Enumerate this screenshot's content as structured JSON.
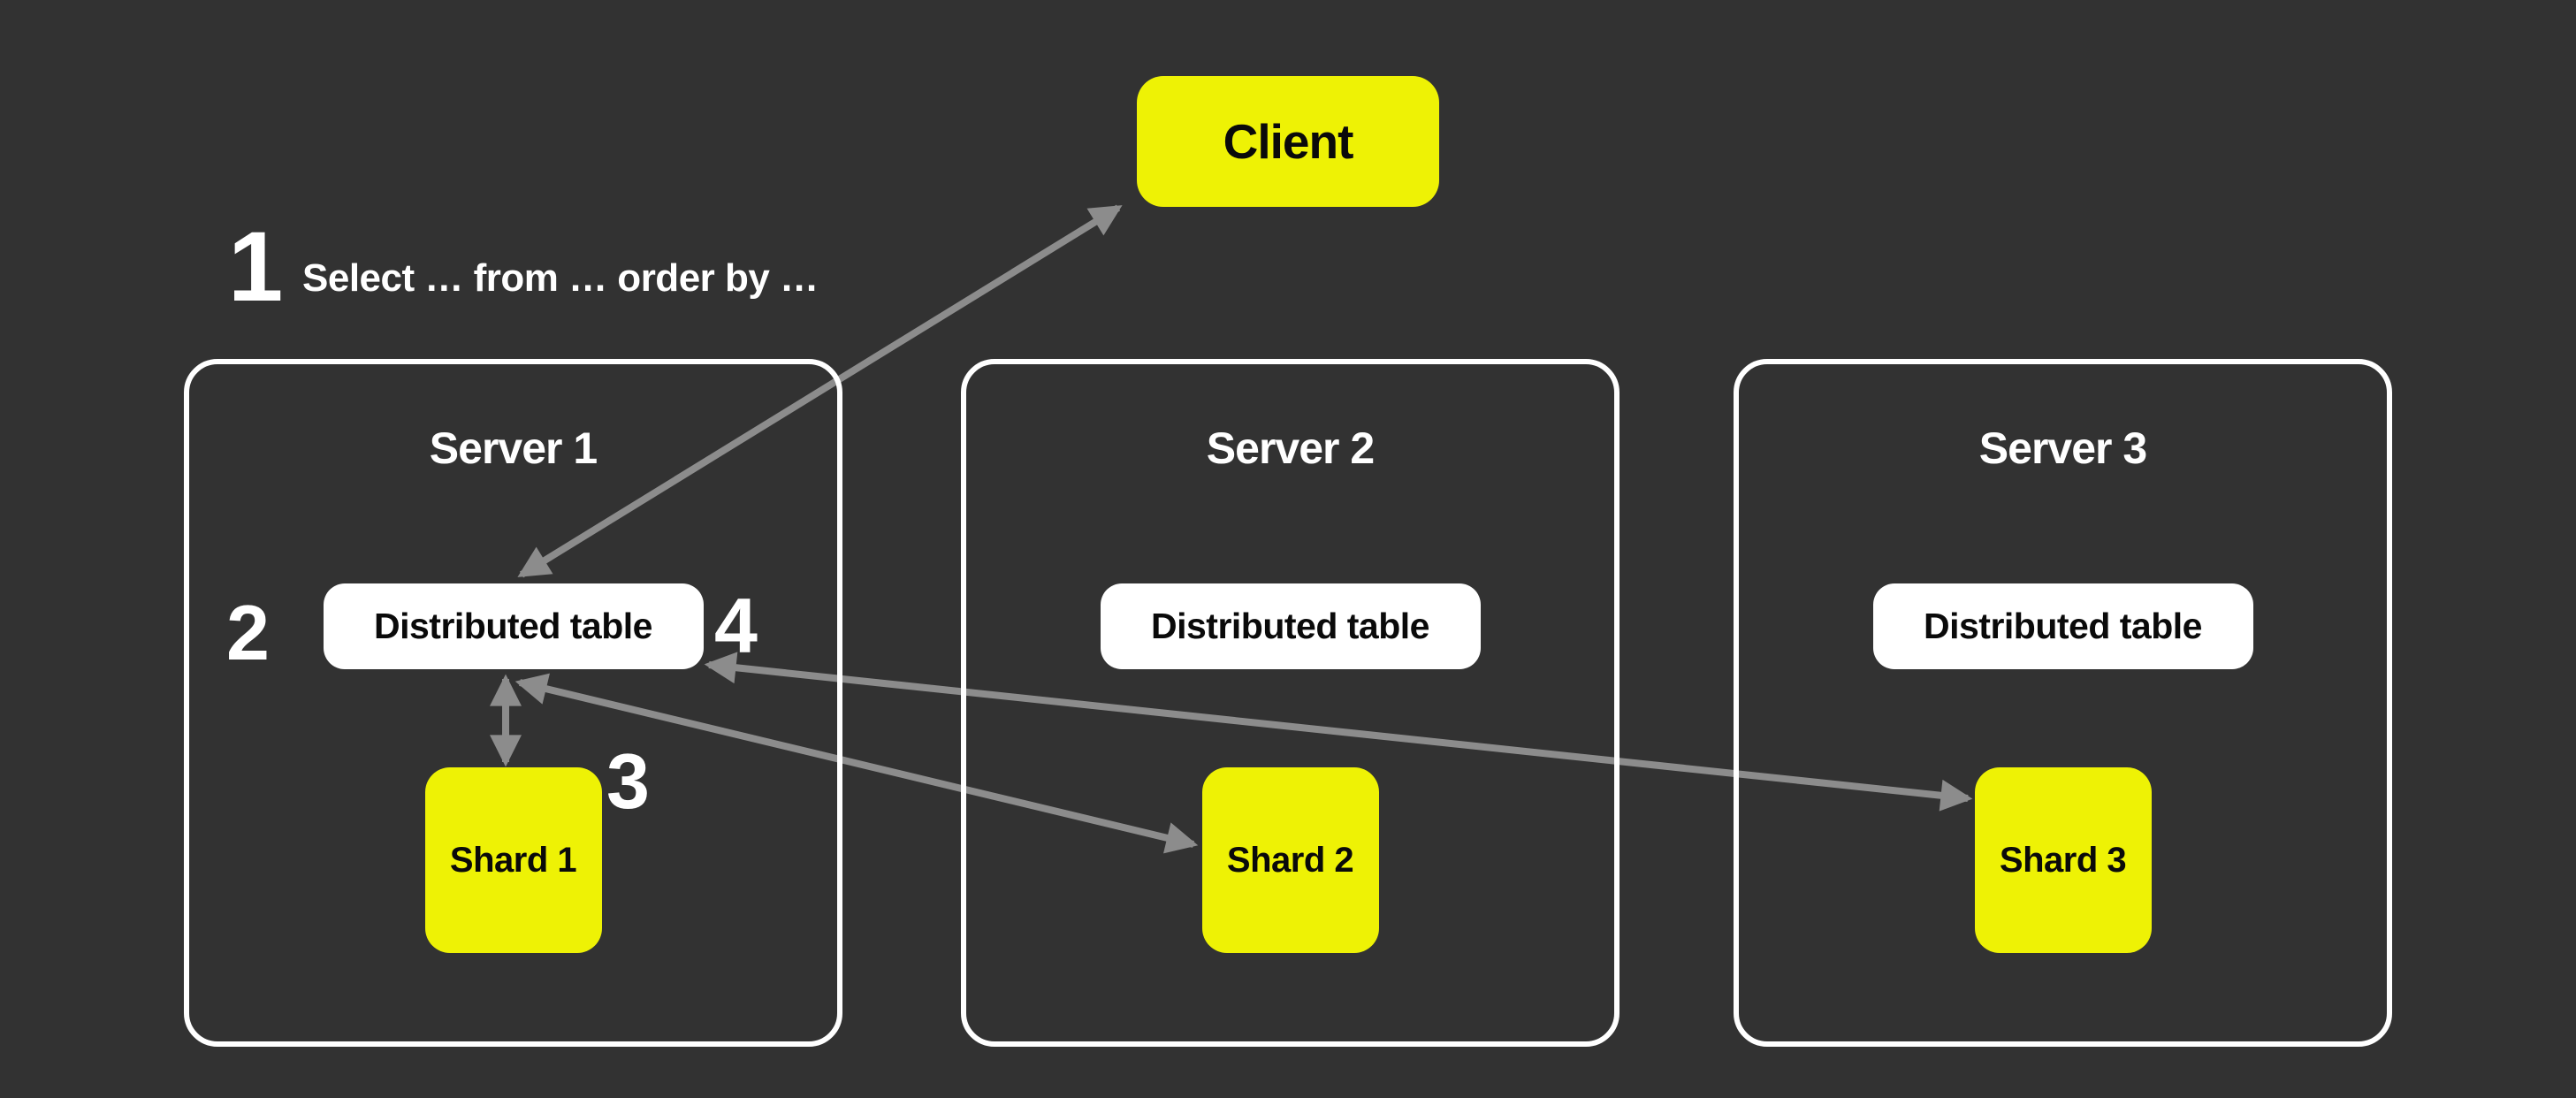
{
  "colors": {
    "background": "#323232",
    "accent_yellow": "#EEF205",
    "arrow_gray": "#8C8C8C",
    "box_white": "#FFFFFF",
    "text_dark": "#0A0A0A",
    "text_light": "#FFFFFF"
  },
  "client": {
    "label": "Client"
  },
  "annotations": {
    "step1": {
      "number": "1",
      "text": "Select … from … order by …"
    },
    "step2": {
      "number": "2"
    },
    "step3": {
      "number": "3"
    },
    "step4": {
      "number": "4"
    }
  },
  "servers": [
    {
      "title": "Server 1",
      "table_label": "Distributed table",
      "shard_label": "Shard 1"
    },
    {
      "title": "Server 2",
      "table_label": "Distributed table",
      "shard_label": "Shard 2"
    },
    {
      "title": "Server 3",
      "table_label": "Distributed table",
      "shard_label": "Shard 3"
    }
  ],
  "arrows": [
    {
      "name": "client-query",
      "from": "Client",
      "to": "Distributed table (Server 1)",
      "direction": "both"
    },
    {
      "name": "table-shard1",
      "from": "Distributed table (Server 1)",
      "to": "Shard 1",
      "direction": "both"
    },
    {
      "name": "table-shard2",
      "from": "Distributed table (Server 1)",
      "to": "Shard 2",
      "direction": "both"
    },
    {
      "name": "table-shard3",
      "from": "Distributed table (Server 1)",
      "to": "Shard 3",
      "direction": "both"
    }
  ]
}
